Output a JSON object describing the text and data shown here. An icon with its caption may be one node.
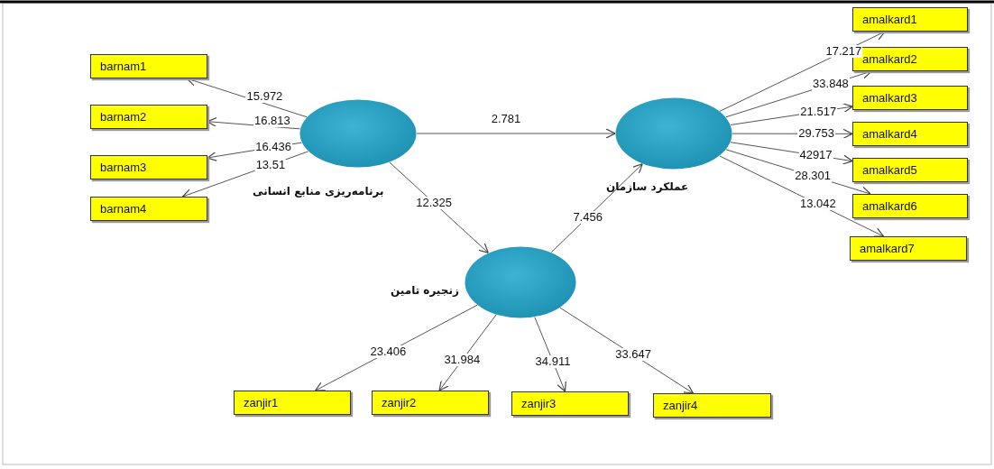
{
  "diagram": {
    "nodes": [
      {
        "text": [
          "برنامه‌ریزی منابع انسانی"
        ]
      },
      {
        "text": [
          "عملکرد سازمان"
        ]
      },
      {
        "text": [
          "زنجیره تامین"
        ]
      },
      {
        "text": [
          "barnam1"
        ]
      },
      {
        "text": [
          "barnam2"
        ]
      },
      {
        "text": [
          "barnam3"
        ]
      },
      {
        "text": [
          "barnam4"
        ]
      },
      {
        "text": [
          "amalkard1"
        ]
      },
      {
        "text": [
          "amalkard2"
        ]
      },
      {
        "text": [
          "amalkard3"
        ]
      },
      {
        "text": [
          "amalkard4"
        ]
      },
      {
        "text": [
          "amalkard5"
        ]
      },
      {
        "text": [
          "amalkard6"
        ]
      },
      {
        "text": [
          "amalkard7"
        ]
      },
      {
        "text": [
          "zanjir1"
        ]
      },
      {
        "text": [
          "zanjir2"
        ]
      },
      {
        "text": [
          "zanjir3"
        ]
      },
      {
        "text": [
          "zanjir4"
        ]
      }
    ],
    "edges": [
      {
        "from": 0,
        "to": 3,
        "arrow": "to",
        "label": "15.972"
      },
      {
        "from": 0,
        "to": 4,
        "arrow": "to",
        "label": "16.813"
      },
      {
        "from": 0,
        "to": 5,
        "arrow": "to",
        "label": "16.436"
      },
      {
        "from": 0,
        "to": 6,
        "arrow": "to",
        "label": "13.51"
      },
      {
        "from": 0,
        "to": 1,
        "arrow": "to",
        "label": "2.781"
      },
      {
        "from": 0,
        "to": 2,
        "arrow": "to",
        "label": "12.325"
      },
      {
        "from": 2,
        "to": 1,
        "arrow": "to",
        "label": "7.456"
      },
      {
        "from": 1,
        "to": 7,
        "arrow": "to",
        "label": "17.217"
      },
      {
        "from": 1,
        "to": 8,
        "arrow": "to",
        "label": "33.848"
      },
      {
        "from": 1,
        "to": 9,
        "arrow": "to",
        "label": "21.517"
      },
      {
        "from": 1,
        "to": 10,
        "arrow": "to",
        "label": "29.753"
      },
      {
        "from": 1,
        "to": 11,
        "arrow": "to",
        "label": "42917"
      },
      {
        "from": 1,
        "to": 12,
        "arrow": "to",
        "label": "28.301"
      },
      {
        "from": 1,
        "to": 13,
        "arrow": "to",
        "label": "13.042"
      },
      {
        "from": 2,
        "to": 14,
        "arrow": "to",
        "label": "23.406"
      },
      {
        "from": 2,
        "to": 15,
        "arrow": "to",
        "label": "31.984"
      },
      {
        "from": 2,
        "to": 16,
        "arrow": "to",
        "label": "34.911"
      },
      {
        "from": 2,
        "to": 17,
        "arrow": "to",
        "label": "33.647"
      }
    ]
  }
}
